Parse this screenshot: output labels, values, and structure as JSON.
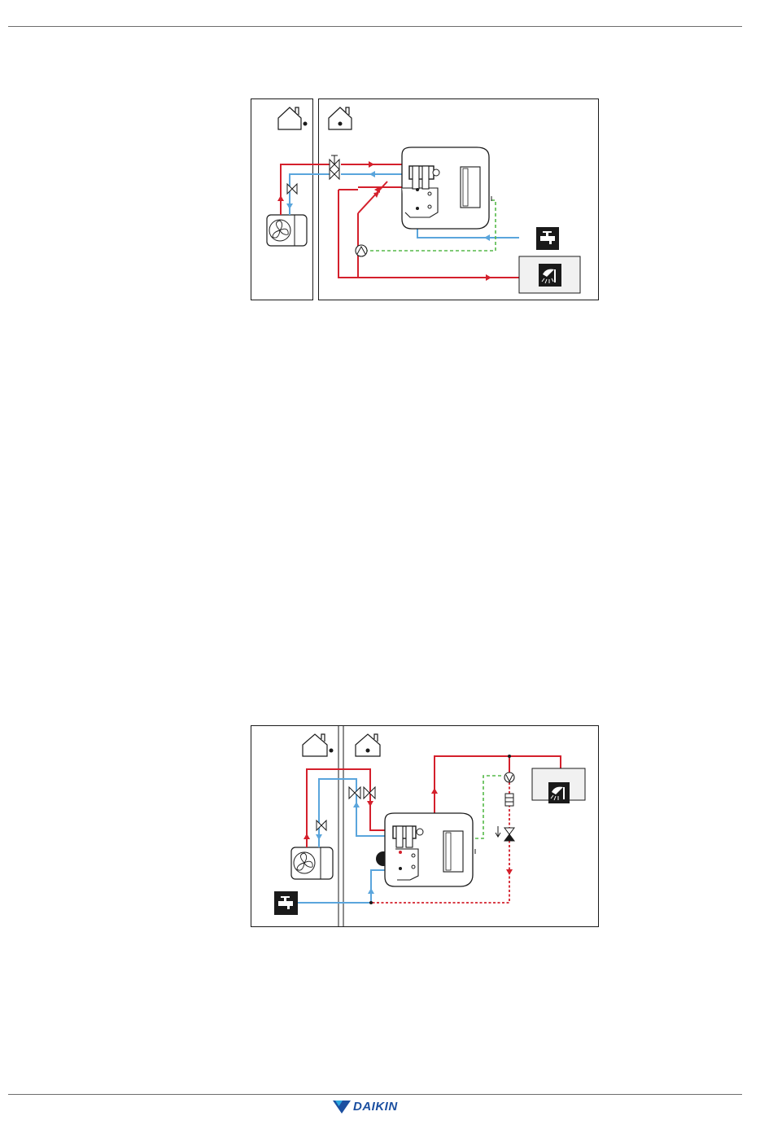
{
  "page": {
    "background": "#ffffff",
    "rule_color": "#6d6d6d"
  },
  "colors": {
    "hot_water": "#d4202c",
    "cold_water": "#5aa5dc",
    "signal": "#55b948",
    "frame": "#1a1a1a"
  },
  "diagrams": [
    {
      "name": "diagram-1",
      "icons": [
        "outdoor-house-icon",
        "indoor-house-icon",
        "outdoor-unit-icon",
        "heat-pump-unit-icon",
        "three-way-valve-icon",
        "shutoff-valve-icon",
        "circulation-pump-icon",
        "cold-tap-icon",
        "shower-icon"
      ]
    },
    {
      "name": "diagram-2",
      "icons": [
        "outdoor-house-icon",
        "indoor-house-icon",
        "outdoor-unit-icon",
        "heat-pump-unit-icon",
        "shutoff-valve-icon",
        "expansion-vessel-icon",
        "circulation-pump-icon",
        "filter-icon",
        "check-valve-icon",
        "cold-tap-icon",
        "shower-icon"
      ]
    }
  ],
  "footer": {
    "brand": "DAIKIN",
    "brand_color": "#1b4fa0"
  }
}
